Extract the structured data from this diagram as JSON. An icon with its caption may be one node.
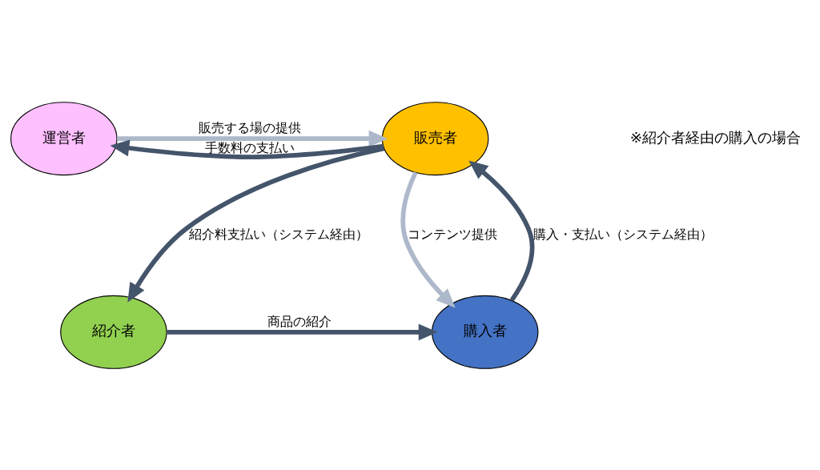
{
  "diagram": {
    "nodes": [
      {
        "text": [
          "運営者"
        ]
      },
      {
        "text": [
          "販売者"
        ]
      },
      {
        "text": [
          "購入者"
        ]
      },
      {
        "text": [
          "紹介者"
        ]
      }
    ],
    "edges": [
      {
        "from": 0,
        "to": 1,
        "arrow": "to",
        "label": "販売する場の提供",
        "color": "#adb9ca"
      },
      {
        "from": 1,
        "to": 0,
        "arrow": "to",
        "label": "手数料の支払い"
      },
      {
        "from": 1,
        "to": 2,
        "arrow": "to",
        "label": "コンテンツ提供",
        "color": "#adb9ca"
      },
      {
        "from": 2,
        "to": 1,
        "arrow": "to",
        "label": "購入・支払い（システム経由）"
      },
      {
        "from": 1,
        "to": 3,
        "arrow": "to",
        "label": "紹介料支払い（システム経由）"
      },
      {
        "from": 3,
        "to": 2,
        "arrow": "to",
        "label": "商品の紹介"
      }
    ],
    "labels": [
      "※紹介者経由の購入の場合"
    ]
  }
}
